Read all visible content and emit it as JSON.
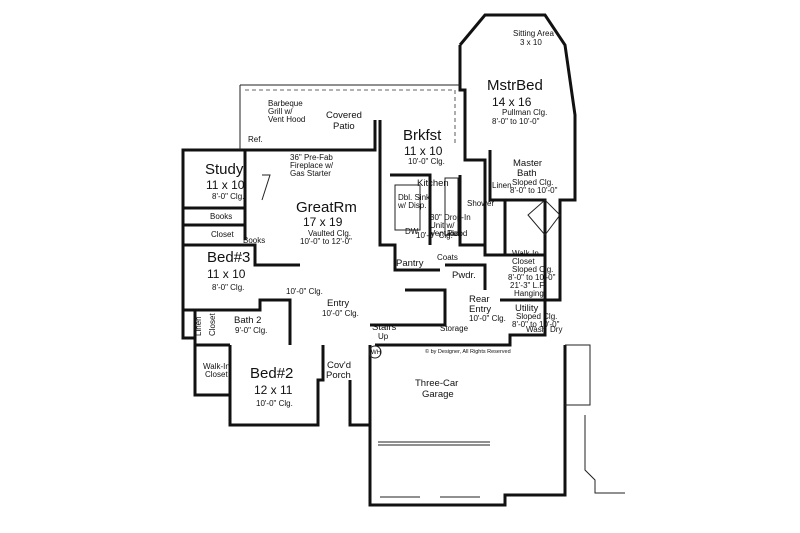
{
  "rooms": {
    "sitting": {
      "name": "Sitting Area",
      "dims": "3 x 10"
    },
    "master_bed": {
      "name": "MstrBed",
      "dims": "14 x 16",
      "note1": "Pullman Clg.",
      "note2": "8'-0\" to 10'-0\""
    },
    "covered_patio": {
      "name1": "Covered",
      "name2": "Patio"
    },
    "bbq": {
      "l1": "Barbeque",
      "l2": "Grill w/",
      "l3": "Vent Hood"
    },
    "ref_patio": "Ref.",
    "breakfast": {
      "name": "Brkfst",
      "dims": "11 x 10",
      "clg": "10'-0\" Clg."
    },
    "fireplace": {
      "l1": "36\" Pre-Fab",
      "l2": "Fireplace w/",
      "l3": "Gas Starter"
    },
    "study": {
      "name": "Study",
      "dims": "11 x 10",
      "clg": "8'-0\" Clg."
    },
    "great_room": {
      "name": "GreatRm",
      "dims": "17 x 19",
      "clg1": "Vaulted Clg.",
      "clg2": "10'-0\" to 12'-0\""
    },
    "kitchen": {
      "name": "Kitchen",
      "sink1": "Dbl. Sink",
      "sink2": "w/ Disp.",
      "hood1": "30\" Drop-In",
      "hood2": "Unit w/",
      "hood3": "Vent Hood",
      "clg": "10'-0\" Clg.",
      "dw": "DW",
      "ref": "Ref."
    },
    "master_bath": {
      "name1": "Master",
      "name2": "Bath",
      "clg1": "Sloped Clg.",
      "clg2": "8'-0\" to 10'-0\"",
      "linen": "Linen",
      "shower": "Shower"
    },
    "walkin_master": {
      "l1": "Walk-In",
      "l2": "Closet",
      "l3": "Sloped Clg.",
      "l4": "8'-0\" to 10'-0\"",
      "l5": "21'-3\" L.F.",
      "l6": "Hanging"
    },
    "books_study": "Books",
    "books_great": "Books",
    "closet_bed3": "Closet",
    "bed3": {
      "name": "Bed#3",
      "dims": "11 x 10",
      "clg": "8'-0\" Clg."
    },
    "pantry": "Pantry",
    "coats": "Coats",
    "powder": "Pwdr.",
    "hall_clg": "10'-0\" Clg.",
    "entry": {
      "name": "Entry",
      "clg": "10'-0\" Clg."
    },
    "rear_entry": {
      "name1": "Rear",
      "name2": "Entry",
      "clg": "10'-0\" Clg."
    },
    "utility": {
      "name": "Utility",
      "clg1": "Sloped Clg.",
      "clg2": "8'-0\" to 10'-0\"",
      "wash": "Wash",
      "dry": "Dry"
    },
    "bath2": {
      "name": "Bath 2",
      "clg": "9'-0\" Clg."
    },
    "closet_bath2": "Closet",
    "linen_bath2": "Linen",
    "stairs": {
      "name": "Stairs",
      "dir": "Up"
    },
    "storage": "Storage",
    "wh": "WH",
    "copyright": "© by Designer, All Rights Reserved",
    "walkin_bed2": {
      "l1": "Walk-In",
      "l2": "Closet"
    },
    "bed2": {
      "name": "Bed#2",
      "dims": "12 x 11",
      "clg": "10'-0\" Clg."
    },
    "porch": {
      "name1": "Cov'd",
      "name2": "Porch"
    },
    "garage": {
      "name1": "Three-Car",
      "name2": "Garage"
    }
  }
}
